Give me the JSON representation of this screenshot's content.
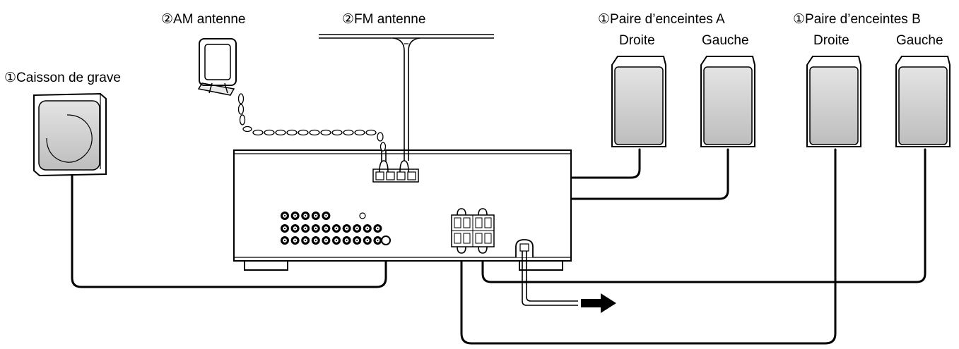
{
  "labels": {
    "am_antenna": "②AM antenne",
    "fm_antenna": "②FM antenne",
    "subwoofer": "①Caisson de grave",
    "speaker_pair_a": "①Paire d’enceintes A",
    "speaker_pair_b": "①Paire d’enceintes B",
    "a_right": "Droite",
    "a_left": "Gauche",
    "b_right": "Droite",
    "b_left": "Gauche"
  }
}
